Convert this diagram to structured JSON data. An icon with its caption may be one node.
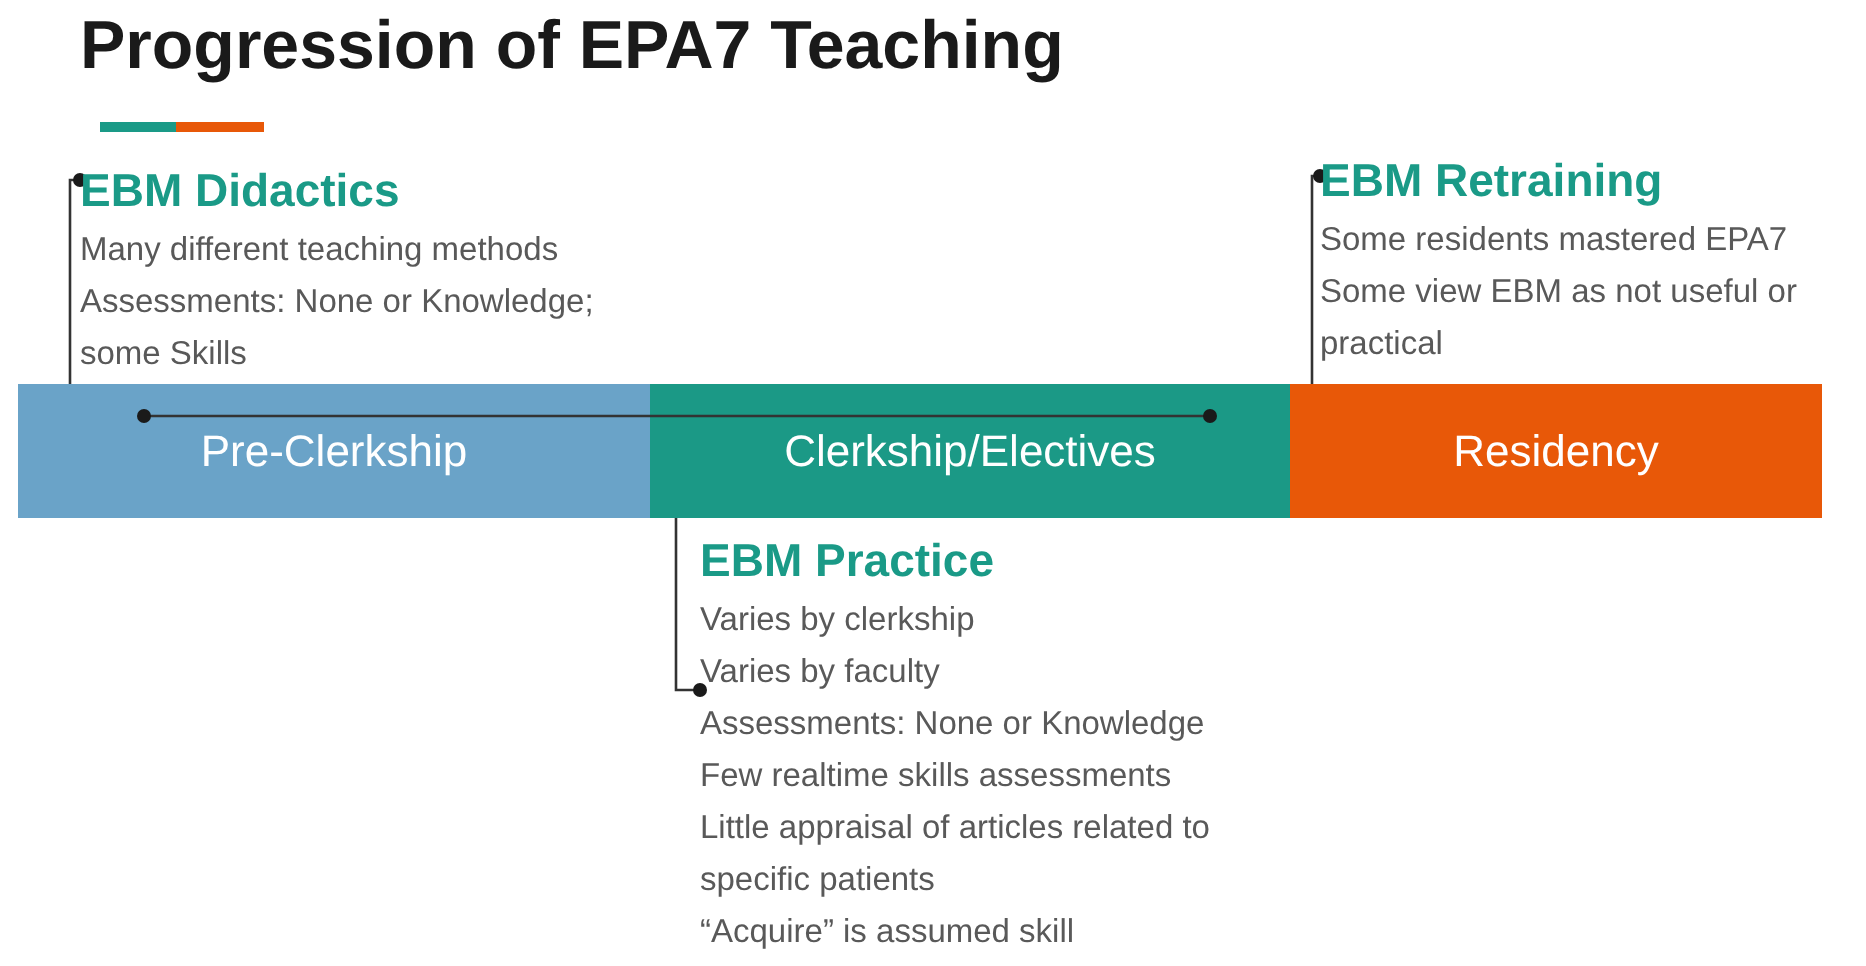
{
  "diagram": {
    "title": "Progression of EPA7 Teaching",
    "nodes": [
      {
        "text": [
          "EBM Didactics",
          "Many different teaching methods",
          "Assessments:  None or Knowledge; some Skills"
        ]
      },
      {
        "text": [
          "EBM Retraining",
          "Some residents mastered EPA7",
          "Some view EBM as not useful or practical"
        ]
      },
      {
        "text": [
          "Pre-Clerkship"
        ]
      },
      {
        "text": [
          "Clerkship/Electives"
        ]
      },
      {
        "text": [
          "Residency"
        ]
      },
      {
        "text": [
          "EBM Practice",
          "Varies by clerkship",
          "Varies by faculty",
          "Assessments: None or Knowledge",
          "Few realtime skills assessments",
          "Little appraisal of articles related to specific patients",
          "“Acquire” is assumed skill"
        ]
      }
    ],
    "edges": [
      {
        "from": 0,
        "to": 2,
        "arrow": "other"
      },
      {
        "from": 2,
        "to": 3,
        "arrow": "other"
      },
      {
        "from": 1,
        "to": 4,
        "arrow": "other"
      },
      {
        "from": 5,
        "to": 3,
        "arrow": "other"
      }
    ]
  }
}
